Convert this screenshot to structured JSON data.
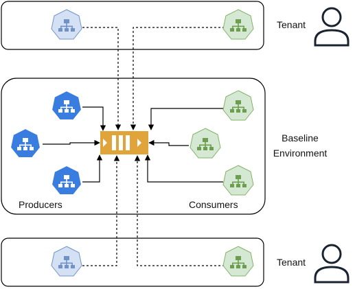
{
  "labels": {
    "tenant_top": "Tenant",
    "tenant_bottom": "Tenant",
    "baseline": "Baseline",
    "environment": "Environment",
    "producers": "Producers",
    "consumers": "Consumers"
  },
  "colors": {
    "producer_fill": "#3a7de0",
    "producer_light": "#d4e1f4",
    "consumer_fill": "#d5e8d4",
    "consumer_stroke": "#82b366",
    "consumer_icon": "#6d9e4e",
    "producer_icon_light": "#7092c8",
    "queue_fill": "#e0a43a",
    "box_stroke": "#000000"
  },
  "icons": {
    "producer": "hierarchy-icon",
    "consumer": "hierarchy-icon",
    "queue": "message-queue-icon",
    "tenant": "user-icon"
  }
}
